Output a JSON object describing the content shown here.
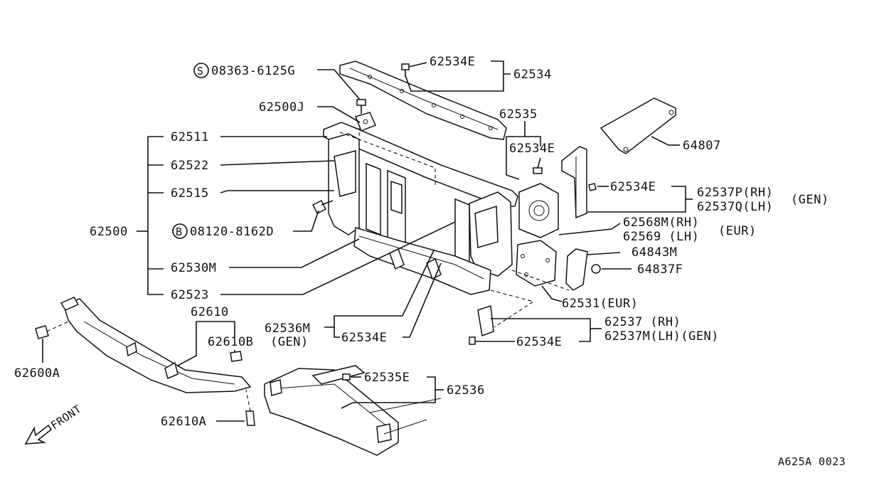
{
  "diagram_code": "A625A 0023",
  "front_label": "FRONT",
  "callouts": {
    "c62534E_top": "62534E",
    "c62534": "62534",
    "c08363": "08363-6125G",
    "c08363_sym": "S",
    "c62500J": "62500J",
    "c62535": "62535",
    "c62534E_right": "62534E",
    "c64807": "64807",
    "c62511": "62511",
    "c62522": "62522",
    "c62515": "62515",
    "c62500": "62500",
    "c08120": "08120-8162D",
    "c08120_sym": "B",
    "c62530M": "62530M",
    "c62523": "62523",
    "c62534E_mid": "62534E",
    "c62537P": "62537P(RH)",
    "c62537Q": "62537Q(LH)",
    "c62537PQ_note": "(GEN)",
    "c62568M": "62568M(RH)",
    "c62569": "62569  (LH)",
    "c62568_note": "(EUR)",
    "c64843M": "64843M",
    "c64837F": "64837F",
    "c62531": "62531(EUR)",
    "c62536M": "62536M",
    "c62536M_note": "(GEN)",
    "c62534E_low": "62534E",
    "c62537": "62537  (RH)",
    "c62537M": "62537M(LH)(GEN)",
    "c62534E_bottom": "62534E",
    "c62610": "62610",
    "c62610B": "62610B",
    "c62600A": "62600A",
    "c62535E": "62535E",
    "c62536": "62536",
    "c62610A": "62610A"
  }
}
